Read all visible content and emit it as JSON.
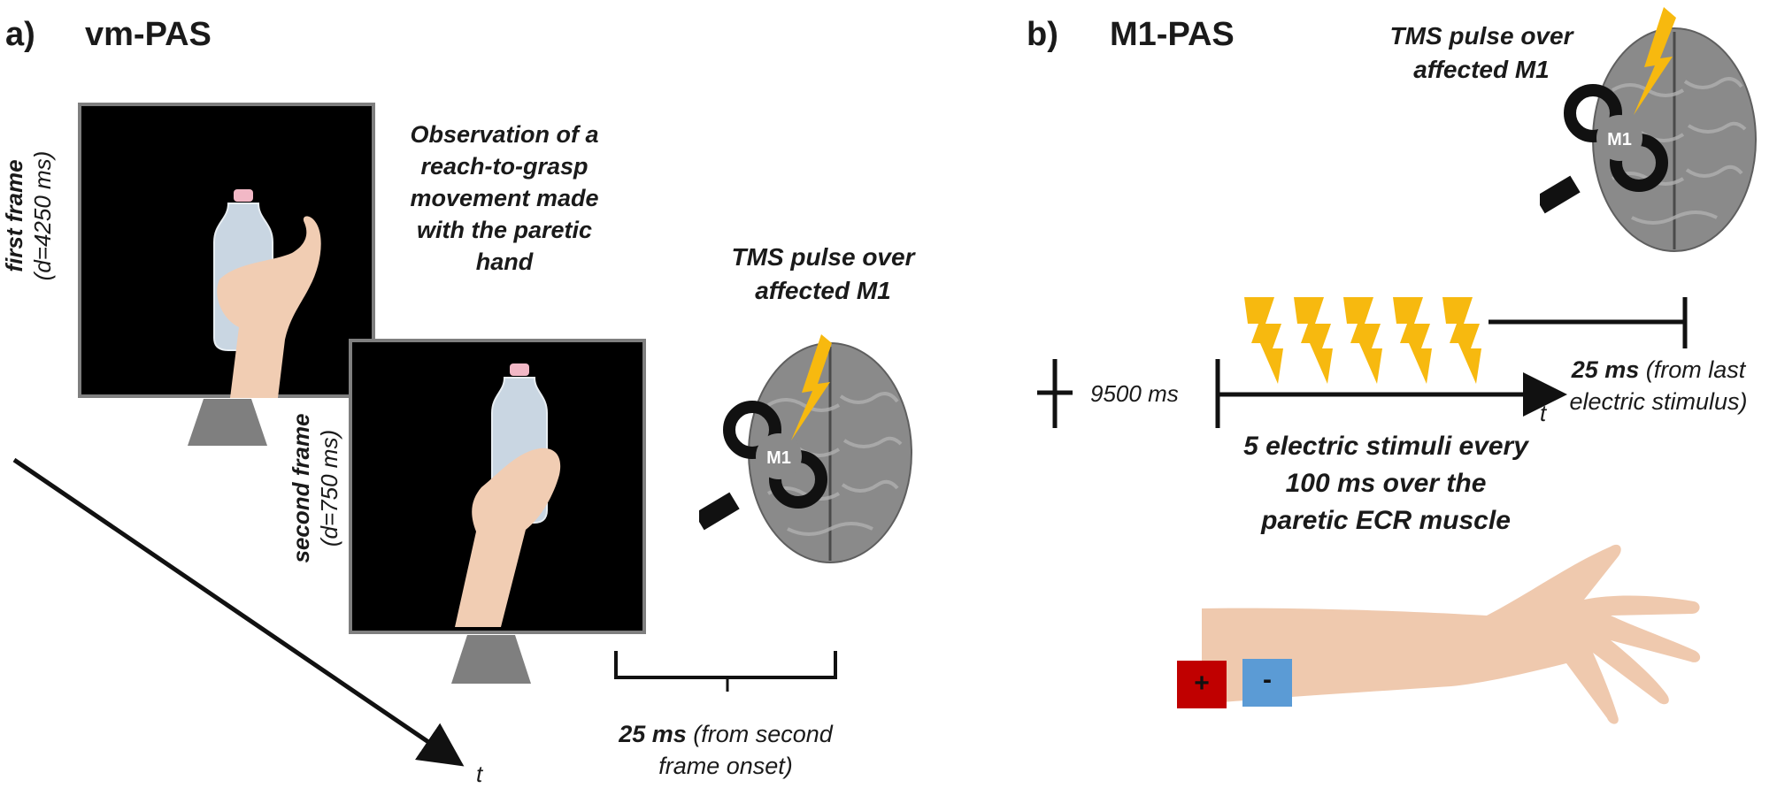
{
  "panel_a": {
    "letter": "a)",
    "title": "vm-PAS",
    "caption_lines": [
      "Observation of a",
      "reach-to-grasp",
      "movement made",
      "with the paretic",
      "hand"
    ],
    "first_frame": {
      "name": "first frame",
      "duration": "(d=4250 ms)"
    },
    "second_frame": {
      "name": "second frame",
      "duration": "(d=750 ms)"
    },
    "tms_lines": [
      "TMS pulse over",
      "affected M1"
    ],
    "brain_label": "M1",
    "delay_bold": "25 ms",
    "delay_rest_1": " (from second",
    "delay_rest_2": "frame onset)",
    "time_axis": "t"
  },
  "panel_b": {
    "letter": "b)",
    "title": "M1-PAS",
    "tms_lines": [
      "TMS pulse over",
      "affected M1"
    ],
    "brain_label": "M1",
    "interval": "9500 ms",
    "delay_bold": "25 ms",
    "delay_rest_1": " (from last",
    "delay_rest_2": "electric stimulus)",
    "time_axis": "t",
    "stim_lines": [
      "5 electric stimuli every",
      "100 ms over the",
      "paretic ECR muscle"
    ],
    "electrode_plus": "+",
    "electrode_minus": "-",
    "stimulus_count": 5
  },
  "colors": {
    "bolt": "#f7b90f",
    "electrode_plus": "#c00000",
    "electrode_minus": "#5b9bd5",
    "brain": "#8a8a8a",
    "coil": "#111111",
    "screen": "#000000",
    "stand": "#7f7f7f"
  }
}
